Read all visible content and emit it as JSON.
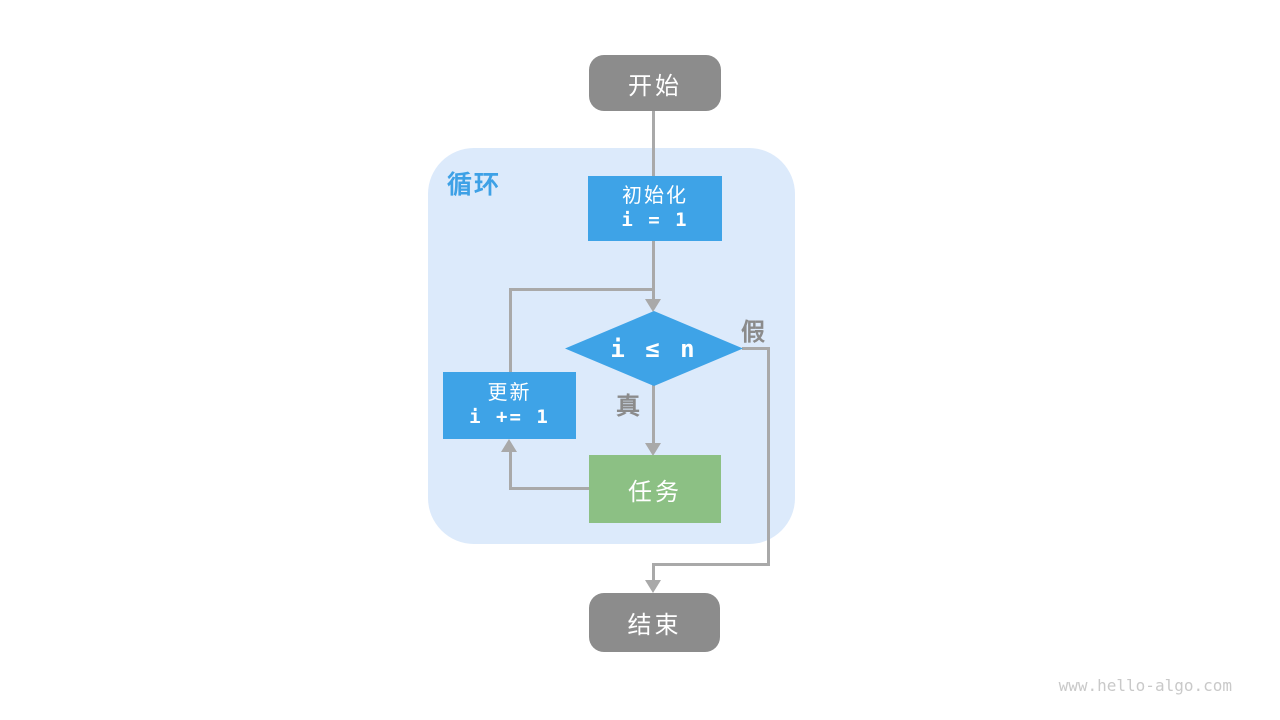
{
  "diagram": {
    "loop_label": "循环",
    "nodes": {
      "start": {
        "label": "开始"
      },
      "init": {
        "label": "初始化",
        "code": "i = 1"
      },
      "condition": {
        "code": "i ≤ n"
      },
      "update": {
        "label": "更新",
        "code": "i += 1"
      },
      "task": {
        "label": "任务"
      },
      "end": {
        "label": "结束"
      }
    },
    "branches": {
      "true_label": "真",
      "false_label": "假"
    },
    "watermark": "www.hello-algo.com"
  },
  "colors": {
    "node_gray": "#8c8c8c",
    "node_blue": "#3ea3e7",
    "node_green": "#8cc084",
    "loop_bg": "#dceafb",
    "loop_label_blue": "#3ea1e6",
    "arrow_gray": "#a9a9a9",
    "branch_label_gray": "#8b8b8b",
    "watermark_gray": "#c9c9c9"
  }
}
